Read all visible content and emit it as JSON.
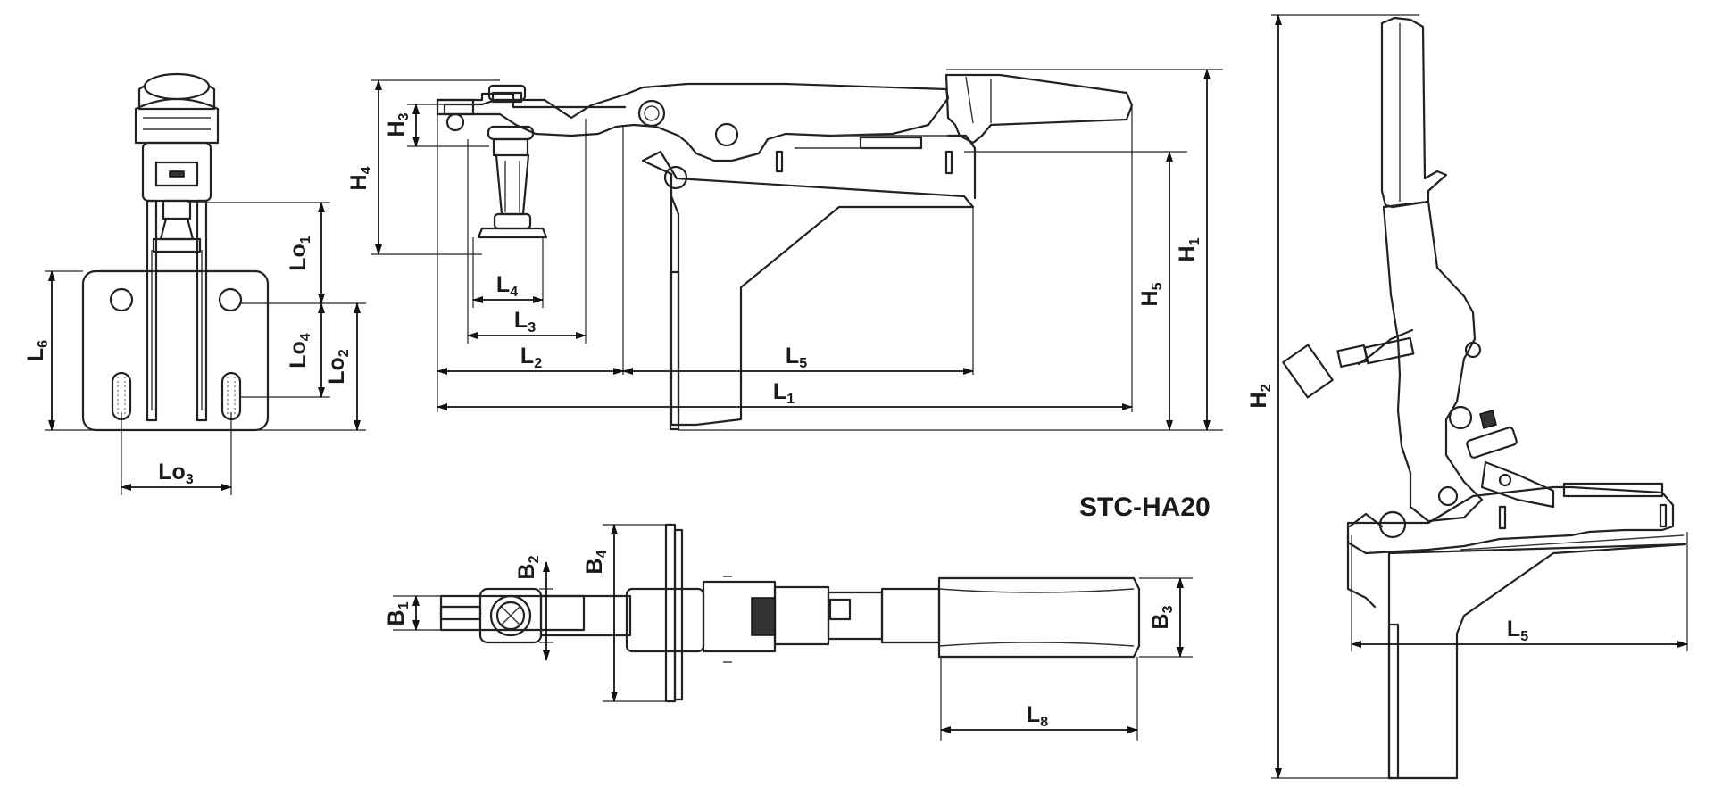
{
  "model_label": "STC-HA20",
  "dimensions": [
    {
      "id": "lo1",
      "letter": "Lo",
      "sub": "1"
    },
    {
      "id": "lo2",
      "letter": "Lo",
      "sub": "2"
    },
    {
      "id": "lo3",
      "letter": "Lo",
      "sub": "3"
    },
    {
      "id": "lo4",
      "letter": "Lo",
      "sub": "4"
    },
    {
      "id": "l6",
      "letter": "L",
      "sub": "6"
    },
    {
      "id": "h3",
      "letter": "H",
      "sub": "3"
    },
    {
      "id": "h4",
      "letter": "H",
      "sub": "4"
    },
    {
      "id": "l4",
      "letter": "L",
      "sub": "4"
    },
    {
      "id": "l3",
      "letter": "L",
      "sub": "3"
    },
    {
      "id": "l2",
      "letter": "L",
      "sub": "2"
    },
    {
      "id": "l5",
      "letter": "L",
      "sub": "5"
    },
    {
      "id": "l1",
      "letter": "L",
      "sub": "1"
    },
    {
      "id": "h5",
      "letter": "H",
      "sub": "5"
    },
    {
      "id": "h1",
      "letter": "H",
      "sub": "1"
    },
    {
      "id": "h2",
      "letter": "H",
      "sub": "2"
    },
    {
      "id": "l5b",
      "letter": "L",
      "sub": "5"
    },
    {
      "id": "b1",
      "letter": "B",
      "sub": "1"
    },
    {
      "id": "b2",
      "letter": "B",
      "sub": "2"
    },
    {
      "id": "b4",
      "letter": "B",
      "sub": "4"
    },
    {
      "id": "b3",
      "letter": "B",
      "sub": "3"
    },
    {
      "id": "l8",
      "letter": "L",
      "sub": "8"
    }
  ]
}
